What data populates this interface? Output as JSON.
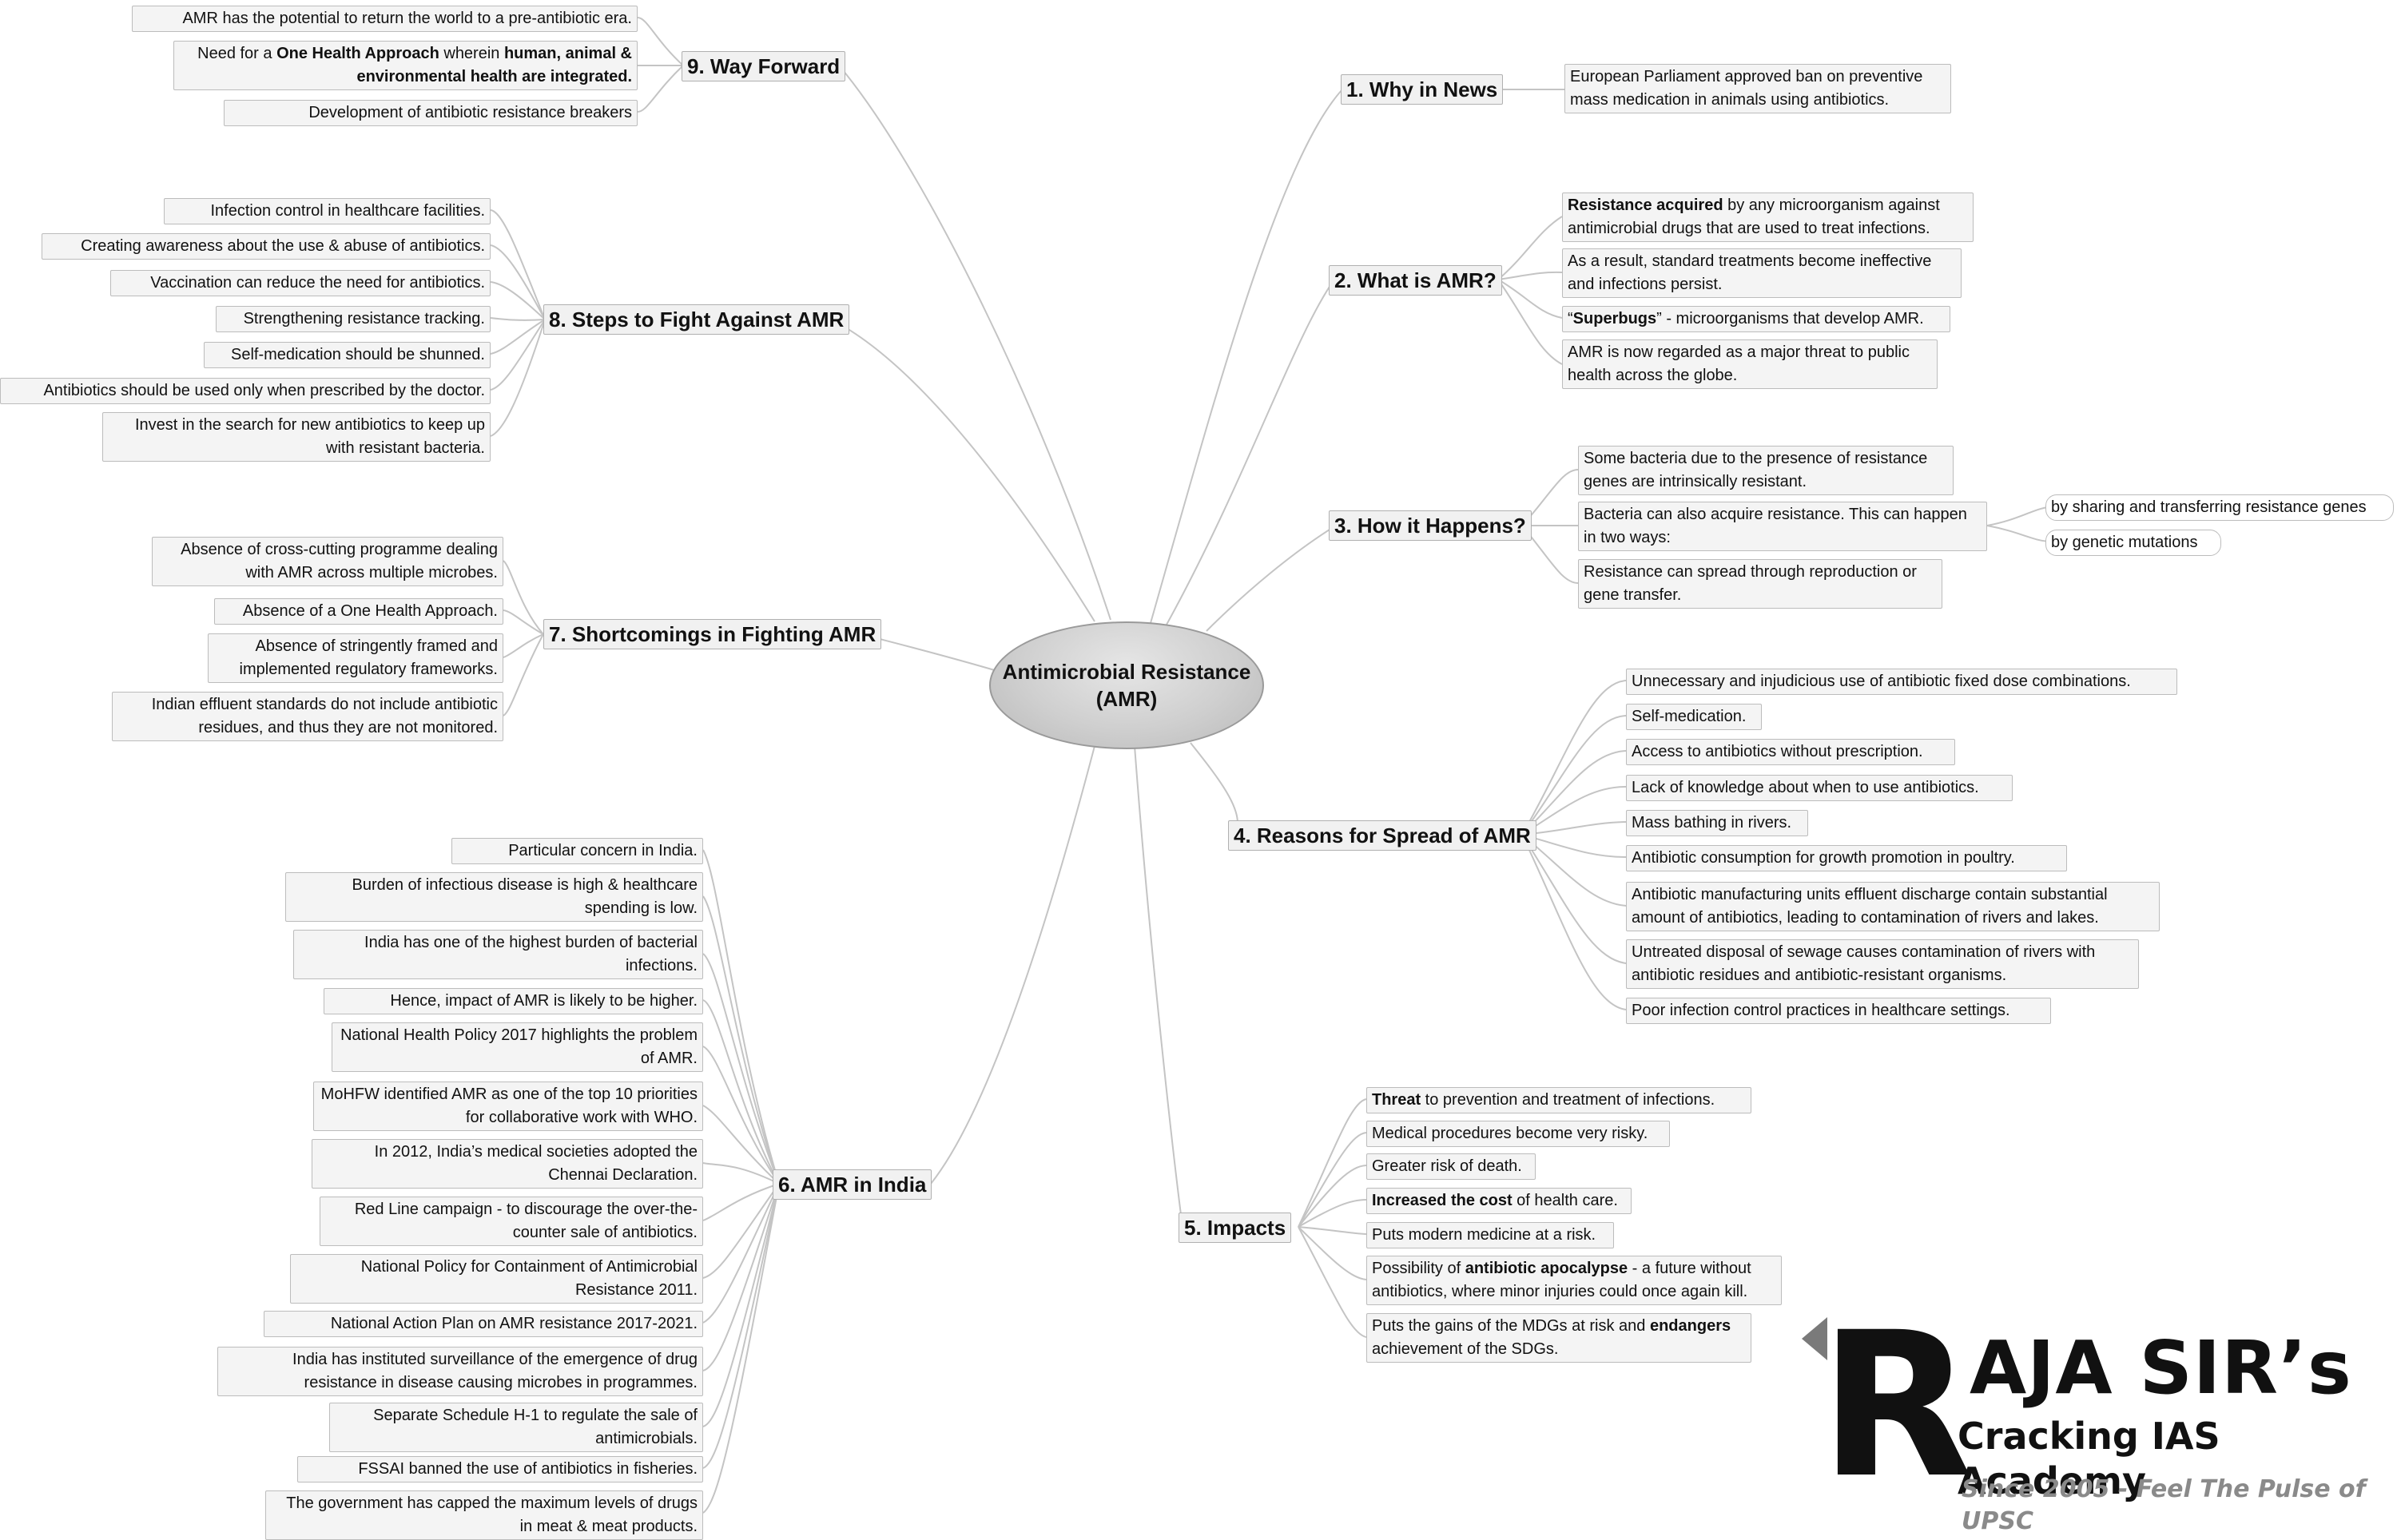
{
  "center": {
    "line1": "Antimicrobial Resistance",
    "line2": "(AMR)"
  },
  "branches": {
    "b1": "1. Why in News",
    "b2": "2. What is AMR?",
    "b3": "3. How it Happens?",
    "b4": "4. Reasons for Spread of AMR",
    "b5": "5. Impacts",
    "b6": "6. AMR in India",
    "b7": "7. Shortcomings in Fighting AMR",
    "b8": "8. Steps to Fight Against AMR",
    "b9": "9. Way Forward"
  },
  "why_in_news": {
    "items": [
      "European Parliament approved ban on preventive mass medication in animals using antibiotics."
    ]
  },
  "what_is_amr": {
    "item1_bold": "Resistance acquired",
    "item1_rest": " by any microorganism against antimicrobial drugs that are used to treat infections.",
    "item2": "As a result, standard treatments become ineffective and infections persist.",
    "item3_pre": "“",
    "item3_bold": "Superbugs",
    "item3_rest": "” - microorganisms that develop AMR.",
    "item4": "AMR is now regarded as a major threat to public health across the globe."
  },
  "how_it_happens": {
    "items": [
      "Some bacteria due to the presence of resistance genes are intrinsically resistant.",
      "Bacteria can also acquire resistance. This can happen in two ways:",
      "Resistance can spread through reproduction or gene transfer."
    ],
    "ways": [
      "by sharing and transferring resistance genes",
      "by genetic mutations"
    ]
  },
  "reasons": {
    "items": [
      "Unnecessary and injudicious use of antibiotic fixed dose combinations.",
      "Self-medication.",
      "Access to antibiotics without prescription.",
      "Lack of knowledge about when to use antibiotics.",
      "Mass bathing in rivers.",
      "Antibiotic consumption for growth promotion in poultry.",
      "Antibiotic manufacturing units effluent discharge contain substantial amount of antibiotics, leading to contamination of rivers and lakes.",
      "Untreated disposal of sewage causes contamination of rivers with antibiotic residues and antibiotic-resistant organisms.",
      "Poor infection control practices in healthcare settings."
    ]
  },
  "impacts": {
    "i1_bold": "Threat",
    "i1_rest": " to prevention and treatment of infections.",
    "i2": "Medical procedures become very risky.",
    "i3": "Greater risk of death.",
    "i4_bold": "Increased the cost",
    "i4_rest": " of health care.",
    "i5": "Puts modern medicine at a risk.",
    "i6_pre": "Possibility of ",
    "i6_bold": "antibiotic apocalypse",
    "i6_rest": " - a future without antibiotics, where minor injuries could once again kill.",
    "i7_pre": "Puts the gains of the MDGs at risk and ",
    "i7_bold": "endangers",
    "i7_rest": " achievement of the SDGs."
  },
  "amr_in_india": {
    "items": [
      "Particular concern in India.",
      "Burden of infectious disease is high & healthcare spending is low.",
      "India has one of the highest burden of bacterial infections.",
      "Hence, impact of AMR is likely to be higher.",
      "National Health Policy 2017 highlights the problem of AMR.",
      "MoHFW identified AMR as one of the top 10 priorities for collaborative work with WHO.",
      "In 2012, India’s medical societies adopted the Chennai Declaration.",
      "Red Line campaign - to discourage the over-the-counter sale of antibiotics.",
      "National Policy for Containment of Antimicrobial Resistance 2011.",
      "National Action Plan on AMR resistance 2017-2021.",
      "India has instituted surveillance of the emergence of drug resistance in disease causing microbes in programmes.",
      "Separate Schedule H-1 to regulate the sale of antimicrobials.",
      "FSSAI banned the use of antibiotics in fisheries.",
      "The government has capped the maximum levels of drugs in meat & meat products."
    ]
  },
  "shortcomings": {
    "items": [
      "Absence of cross-cutting programme dealing with AMR across multiple microbes.",
      "Absence of a One Health Approach.",
      "Absence of stringently framed and implemented regulatory frameworks.",
      "Indian effluent standards do not include antibiotic residues, and thus they are not monitored."
    ]
  },
  "steps": {
    "items": [
      "Infection control in healthcare facilities.",
      "Creating awareness about the use & abuse of antibiotics.",
      "Vaccination can reduce the need for antibiotics.",
      "Strengthening resistance tracking.",
      "Self-medication should be shunned.",
      "Antibiotics should be used only when prescribed by the doctor.",
      "Invest in the search for new antibiotics to keep up with resistant bacteria."
    ]
  },
  "way_forward": {
    "w1": "AMR has the potential to return the world to a pre-antibiotic era.",
    "w2_pre": "Need for a ",
    "w2_bold1": "One Health Approach",
    "w2_mid": " wherein ",
    "w2_bold2": "human, animal & environmental health are integrated.",
    "w3": "Development of antibiotic resistance breakers"
  },
  "logo": {
    "letter": "R",
    "title1": "AJA SIR’s",
    "title2": "Cracking IAS Academy",
    "tagline": "Since 2005 - Feel The Pulse of UPSC"
  },
  "colors": {
    "connector": "#c4c4c4",
    "center_fill": "#cfcfcf",
    "node_fill": "#f4f4f4"
  }
}
